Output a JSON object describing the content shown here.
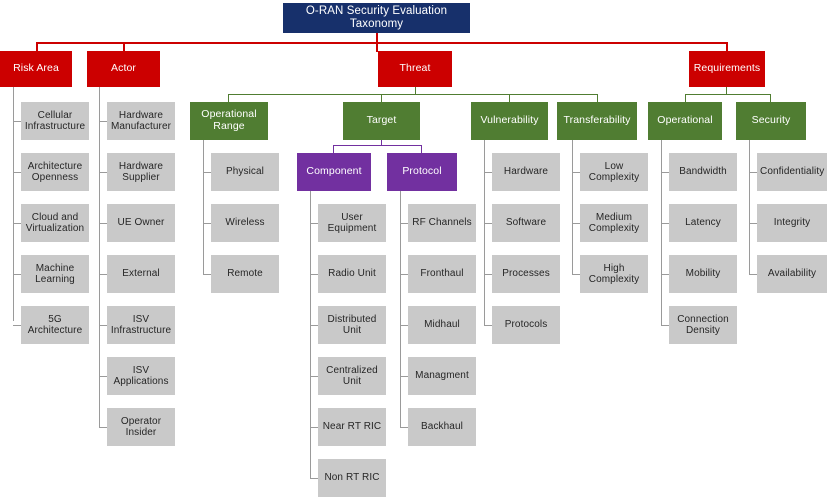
{
  "diagram": {
    "title": "O-RAN Security Evaluation Taxonomy",
    "type": "tree-taxonomy",
    "colors": {
      "root": "#17306b",
      "level1": "#cc0000",
      "level2": "#507d32",
      "level3": "#7230a0",
      "leaf": "#c9c9c9",
      "leaf_text": "#262626",
      "background": "#ffffff"
    },
    "root": {
      "label": "O-RAN Security Evaluation Taxonomy"
    },
    "branches": {
      "risk_area": {
        "label": "Risk Area",
        "items": [
          "Cellular Infrastructure",
          "Architecture Openness",
          "Cloud and Virtualization",
          "Machine Learning",
          "5G Architecture"
        ]
      },
      "actor": {
        "label": "Actor",
        "items": [
          "Hardware Manufacturer",
          "Hardware Supplier",
          "UE Owner",
          "External",
          "ISV Infrastructure",
          "ISV Applications",
          "Operator Insider"
        ]
      },
      "threat": {
        "label": "Threat",
        "children": {
          "operational_range": {
            "label": "Operational Range",
            "items": [
              "Physical",
              "Wireless",
              "Remote"
            ]
          },
          "target": {
            "label": "Target",
            "children": {
              "component": {
                "label": "Component",
                "items": [
                  "User Equipment",
                  "Radio Unit",
                  "Distributed Unit",
                  "Centralized Unit",
                  "Near RT RIC",
                  "Non RT RIC"
                ]
              },
              "protocol": {
                "label": "Protocol",
                "items": [
                  "RF Channels",
                  "Fronthaul",
                  "Midhaul",
                  "Managment",
                  "Backhaul"
                ]
              }
            }
          },
          "vulnerability": {
            "label": "Vulnerability",
            "items": [
              "Hardware",
              "Software",
              "Processes",
              "Protocols"
            ]
          },
          "transferability": {
            "label": "Transferability",
            "items": [
              "Low Complexity",
              "Medium Complexity",
              "High Complexity"
            ]
          }
        }
      },
      "requirements": {
        "label": "Requirements",
        "children": {
          "operational": {
            "label": "Operational",
            "items": [
              "Bandwidth",
              "Latency",
              "Mobility",
              "Connection Density"
            ]
          },
          "security": {
            "label": "Security",
            "items": [
              "Confidentiality",
              "Integrity",
              "Availability"
            ]
          }
        }
      }
    }
  }
}
